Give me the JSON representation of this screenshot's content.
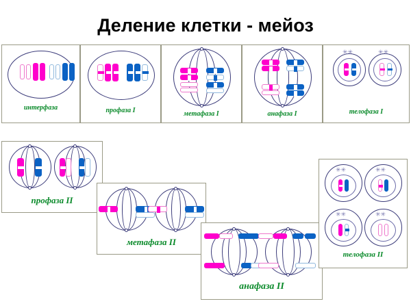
{
  "title": "Деление клетки - мейоз",
  "colors": {
    "magenta_filled": "#ff00cc",
    "magenta_outline": "#ee77cc",
    "blue_filled": "#0b62c4",
    "blue_outline": "#8fb8dd",
    "cell_outline": "#3b3b7a",
    "label_green": "#0a8a2a",
    "panel_border": "#9a9a86",
    "background": "#ffffff",
    "title_color": "#000000"
  },
  "panels": [
    {
      "id": "interphase",
      "label": "интерфаза",
      "cells": 1,
      "row": 1,
      "order": 1
    },
    {
      "id": "prophase-1",
      "label": "профаза I",
      "cells": 1,
      "row": 1,
      "order": 2
    },
    {
      "id": "metaphase-1",
      "label": "метафаза I",
      "cells": 1,
      "row": 1,
      "order": 3
    },
    {
      "id": "anaphase-1",
      "label": "анафаза I",
      "cells": 1,
      "row": 1,
      "order": 4
    },
    {
      "id": "telophase-1",
      "label": "телофаза I",
      "cells": 2,
      "row": 1,
      "order": 5
    },
    {
      "id": "prophase-2",
      "label": "профаза II",
      "cells": 2,
      "row": 2,
      "order": 1
    },
    {
      "id": "metaphase-2",
      "label": "метафаза II",
      "cells": 2,
      "row": 2,
      "order": 2
    },
    {
      "id": "anaphase-2",
      "label": "анафаза II",
      "cells": 2,
      "row": 2,
      "order": 3
    },
    {
      "id": "telophase-2",
      "label": "телофаза II",
      "cells": 4,
      "row": 2,
      "order": 4
    }
  ]
}
